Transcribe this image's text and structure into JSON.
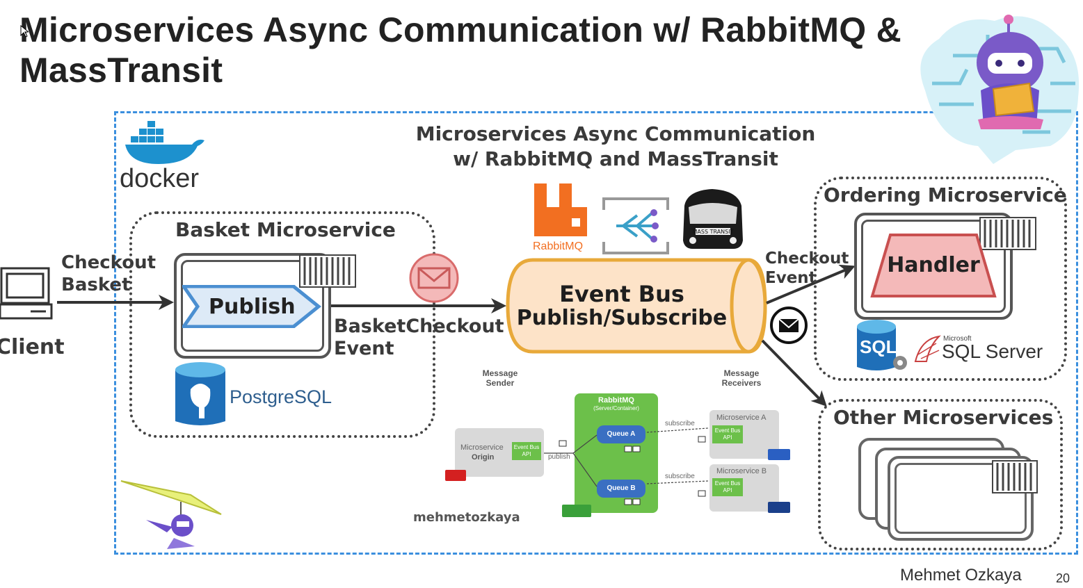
{
  "slide": {
    "title": "Microservices Async Communication w/ RabbitMQ & MassTransit",
    "author": "Mehmet Ozkaya",
    "page_number": "20",
    "watermark": "mehmetozkaya"
  },
  "diagram": {
    "title_line1": "Microservices Async Communication",
    "title_line2": "w/ RabbitMQ and MassTransit",
    "docker_label": "docker",
    "client_label": "Client",
    "checkout_basket_line1": "Checkout",
    "checkout_basket_line2": "Basket",
    "basket": {
      "title": "Basket Microservice",
      "publish_label": "Publish",
      "db_label": "PostgreSQL"
    },
    "basket_event_line1": "BasketCheckout",
    "basket_event_line2": "Event",
    "event_bus_line1": "Event Bus",
    "event_bus_line2": "Publish/Subscribe",
    "rabbitmq_logo_label": "RabbitMQ",
    "masstransit_logo_label": "MASS TRANSIT",
    "checkout_event_line1": "Checkout",
    "checkout_event_line2": "Event",
    "ordering": {
      "title": "Ordering Microservice",
      "handler_label": "Handler",
      "sql_badge": "SQL",
      "sql_vendor": "Microsoft",
      "sql_product": "SQL Server"
    },
    "other": {
      "title": "Other Microservices"
    },
    "inset": {
      "message_sender": "Message Sender",
      "message_receivers": "Message Receivers",
      "rabbitmq_title": "RabbitMQ",
      "rabbitmq_sub": "(Server/Container)",
      "origin_line1": "Microservice",
      "origin_line2": "Origin",
      "event_bus_api": "Event Bus API",
      "publish": "publish",
      "subscribe": "subscribe",
      "queue_a": "Queue A",
      "queue_b": "Queue B",
      "ms_a": "Microservice A",
      "ms_b": "Microservice B"
    }
  },
  "colors": {
    "dashed_border": "#3b8fde",
    "event_bus_fill": "#fde3c8",
    "event_bus_stroke": "#e8a93a",
    "handler_fill": "#f4b9b9",
    "rabbitmq_orange": "#f26f21",
    "rabbitmq_green": "#6cc04a"
  }
}
